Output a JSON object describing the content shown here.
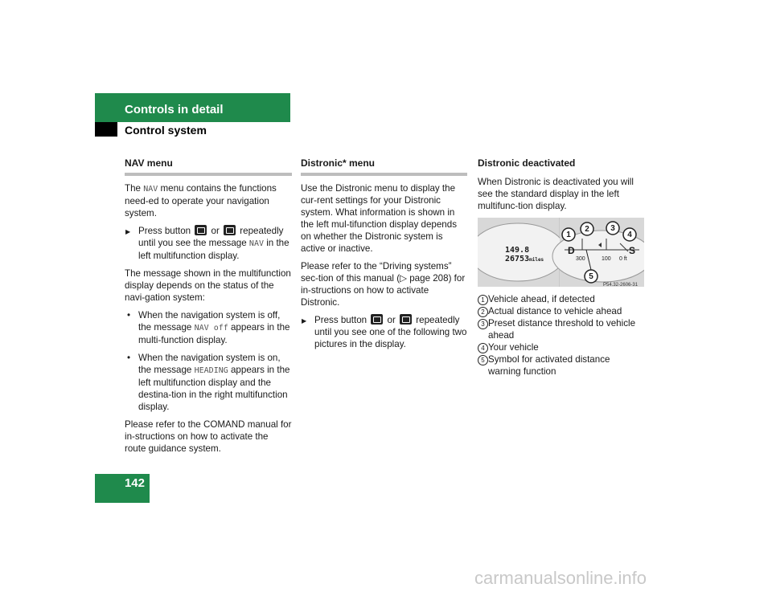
{
  "header": {
    "title": "Controls in detail",
    "subtitle": "Control system"
  },
  "page_number": "142",
  "col1": {
    "heading": "NAV menu",
    "p1a": "The ",
    "p1_code": "NAV",
    "p1b": " menu contains the functions need-ed to operate your navigation system.",
    "step_a": "Press button ",
    "step_or": " or ",
    "step_b": " repeatedly until you see the message ",
    "step_code": "NAV",
    "step_c": " in the left multifunction display.",
    "p2": "The message shown in the multifunction display depends on the status of the navi-gation system:",
    "b1a": "When the navigation system is off, the message ",
    "b1_code": "NAV off",
    "b1b": " appears in the multi-function display.",
    "b2a": "When the navigation system is on, the message ",
    "b2_code": "HEADING",
    "b2b": " appears in the left multifunction display and the destina-tion in the right multifunction display.",
    "p3": "Please refer to the COMAND manual for in-structions on how to activate the route guidance system."
  },
  "col2": {
    "heading": "Distronic* menu",
    "p1": "Use the Distronic menu to display the cur-rent settings for your Distronic system. What information is shown in the left mul-tifunction display depends on whether the Distronic system is active or inactive.",
    "p2a": "Please refer to the “Driving systems” sec-tion of this manual (",
    "p2_arrow": "▷",
    "p2b": " page 208) for in-structions on how to activate Distronic.",
    "step_a": "Press button ",
    "step_or": " or ",
    "step_b": " repeatedly until you see one of the following two pictures in the display."
  },
  "col3": {
    "heading": "Distronic deactivated",
    "p1": "When Distronic is deactivated you will see the standard display in the left multifunc-tion display.",
    "figure": {
      "trip": "149.8",
      "odo": "26753",
      "odo_unit": "miles",
      "left_letter": "D",
      "right_letter": "S",
      "val_300": "300",
      "val_100": "100",
      "val_0": "0 ft",
      "callouts": [
        "1",
        "2",
        "3",
        "4",
        "5"
      ],
      "code": "P54.32-2606-31"
    },
    "legend": [
      {
        "num": "1",
        "text": "Vehicle ahead, if detected"
      },
      {
        "num": "2",
        "text": "Actual distance to vehicle ahead"
      },
      {
        "num": "3",
        "text": "Preset distance threshold to vehicle ahead"
      },
      {
        "num": "4",
        "text": "Your vehicle"
      },
      {
        "num": "5",
        "text": "Symbol for activated distance warning function"
      }
    ]
  },
  "watermark": "carmanualsonline.info"
}
